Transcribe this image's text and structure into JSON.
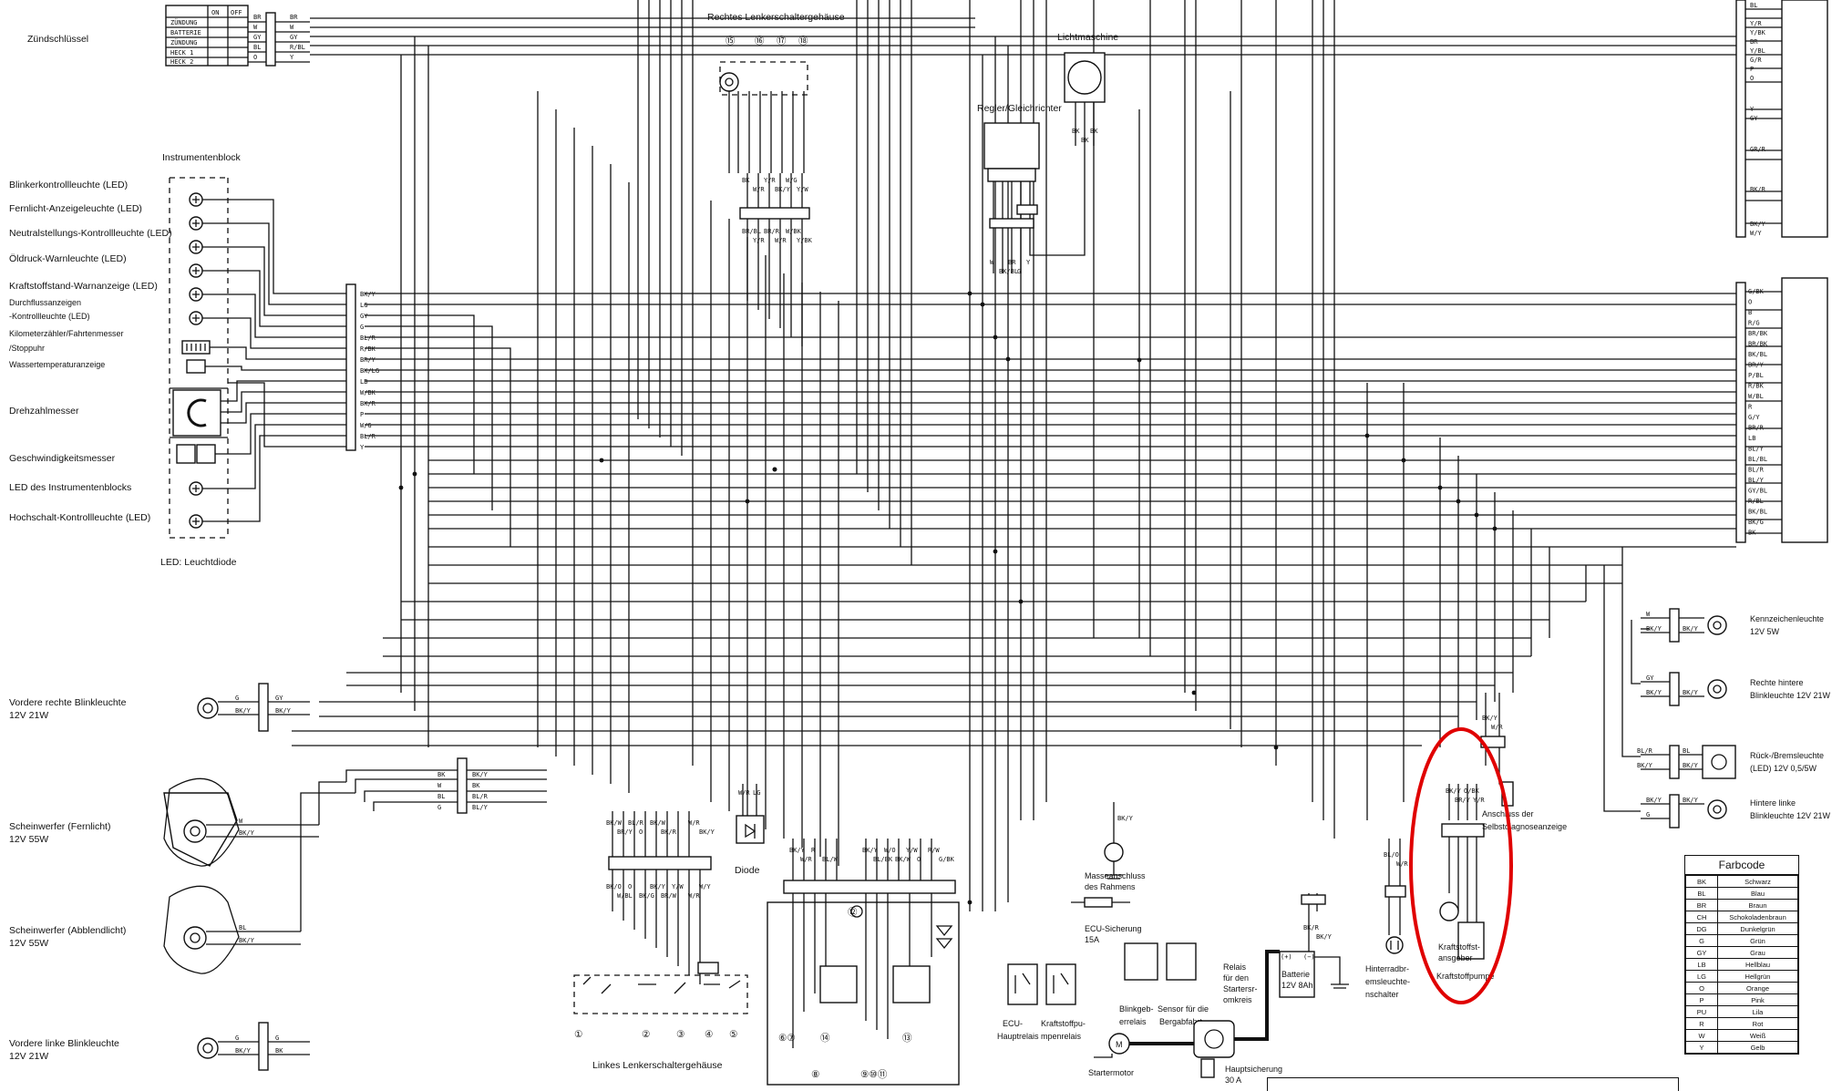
{
  "labels": {
    "ignition_switch": "Zündschlüssel",
    "ign_rows": [
      "ZÜNDUNG",
      "BATTERIE",
      "ZÜNDUNG",
      "HECK 1",
      "HECK 2"
    ],
    "ign_cols": [
      "ON",
      "OFF"
    ],
    "instrument_block": "Instrumentenblock",
    "led_note": "LED: Leuchtdiode",
    "instr_items": [
      "Blinkerkontrollleuchte (LED)",
      "Fernlicht-Anzeigeleuchte (LED)",
      "Neutralstellungs-Kontrollleuchte (LED)",
      "Öldruck-Warnleuchte (LED)",
      "Kraftstoffstand-Warnanzeige (LED)",
      "Durchflussanzeigen",
      "-Kontrollleuchte (LED)",
      "Kilometerzähler/Fahrtenmesser",
      "/Stoppuhr",
      "Wassertemperaturanzeige",
      "Drehzahlmesser",
      "Geschwindigkeitsmesser",
      "LED des Instrumentenblocks",
      "Hochschalt-Kontrollleuchte (LED)"
    ],
    "front_right_blinker": [
      "Vordere rechte Blinkleuchte",
      "12V 21W"
    ],
    "headlight_high": [
      "Scheinwerfer (Fernlicht)",
      "12V 55W"
    ],
    "headlight_low": [
      "Scheinwerfer (Abblendlicht)",
      "12V 55W"
    ],
    "front_left_blinker": [
      "Vordere linke Blinkleuchte",
      "12V 21W"
    ],
    "right_switch_housing": "Rechtes Lenkerschaltergehäuse",
    "left_switch_housing": "Linkes Lenkerschaltergehäuse",
    "diode": "Diode",
    "alternator": "Lichtmaschine",
    "regulator": "Regler/Gleichrichter",
    "ground_frame": [
      "Masseanschluss",
      "des Rahmens"
    ],
    "ecu_fuse": [
      "ECU-Sicherung",
      "15A"
    ],
    "ecu_relay": [
      "ECU-",
      "Hauptrelais"
    ],
    "fuel_pump_relay": [
      "Kraftstoffpu-",
      "mpenrelais"
    ],
    "blinker_relay": [
      "Blinkgeb-",
      "errelais"
    ],
    "tip_sensor": [
      "Sensor für die",
      "Bergabfahrt"
    ],
    "starter_relay": [
      "Relais",
      "für den",
      "Startersr-",
      "omkreis"
    ],
    "battery": [
      "Batterie",
      "12V 8Ah"
    ],
    "starter_motor": "Startermotor",
    "main_fuse": [
      "Hauptsicherung",
      "30 A"
    ],
    "rear_brake_switch": [
      "Hinterradbr-",
      "emsleuchte-",
      "nschalter"
    ],
    "fuel_level_sensor": [
      "Kraftstoffst-",
      "ansgeber"
    ],
    "fuel_pump": "Kraftstoffpumpe",
    "self_diag": [
      "Anschluss der",
      "Selbstdiagnoseanzeige"
    ],
    "license_light": [
      "Kennzeichenleuchte",
      "12V 5W"
    ],
    "rear_right_blinker": [
      "Rechte hintere",
      "Blinkleuchte 12V 21W"
    ],
    "tail_brake": [
      "Rück-/Bremsleuchte",
      "(LED) 12V 0,5/5W"
    ],
    "rear_left_blinker": [
      "Hintere linke",
      "Blinkleuchte 12V 21W"
    ],
    "circled_numbers": [
      "⑮",
      "⑯",
      "⑰",
      "⑱",
      "①",
      "②",
      "③",
      "④",
      "⑤",
      "⑥⑦",
      "⑭",
      "⑬",
      "⑫",
      "⑧",
      "⑨⑩⑪"
    ],
    "battery_poles": [
      "(+)",
      "(−)"
    ]
  },
  "wire_codes": {
    "ignition": [
      "BR",
      "W",
      "GY",
      "BL",
      "O"
    ],
    "ignition_r": [
      "BR",
      "W",
      "GY",
      "R/BL",
      "Y"
    ],
    "instr_connector": [
      "BK/Y",
      "LG",
      "GY",
      "G",
      "BL/R",
      "R/BK",
      "BR/Y",
      "BK/LG",
      "LB",
      "W/BK",
      "BK/R",
      "P",
      "W/G",
      "BL/R",
      "Y"
    ],
    "right_housing": [
      "BK",
      "W/R",
      "Y/R",
      "BK/Y",
      "W/G",
      "Y/W"
    ],
    "right_housing2": [
      "BR/BL",
      "Y/R",
      "BR/R",
      "W/R",
      "W/BK",
      "Y/BK"
    ],
    "alternator": [
      "BK",
      "BK",
      "BK"
    ],
    "regulator": [
      "W",
      "BK/BL",
      "BR",
      "G",
      "Y"
    ],
    "ecu_right_top": [
      "BL",
      "Y/R",
      "Y/BK",
      "BR",
      "Y/BL",
      "G/R",
      "P",
      "O",
      "Y",
      "GY",
      "GR/R",
      "BK/R",
      "BK/Y",
      "W/Y"
    ],
    "ecu_right_bottom": [
      "G/BK",
      "O",
      "B",
      "R/G",
      "BR/BK",
      "BR/BK",
      "BK/BL",
      "BR/Y",
      "P/BL",
      "R/BK",
      "W/BL",
      "R",
      "G/Y",
      "BR/R",
      "LB",
      "BL/Y",
      "BL/BL",
      "BL/R",
      "BL/Y",
      "GY/BL",
      "R/BL",
      "BK/BL",
      "BK/G",
      "BK"
    ],
    "front_right_blinker": [
      "G",
      "BK/Y",
      "GY",
      "BK/Y"
    ],
    "headlight_high": [
      "BK",
      "W",
      "BL",
      "G"
    ],
    "headlight_left": [
      "BK/Y",
      "BK",
      "BL/R",
      "BL/Y"
    ],
    "headlight_high_w": [
      "W",
      "BK/Y"
    ],
    "headlight_low_w": [
      "BL",
      "BK/Y"
    ],
    "front_left_blinker": [
      "G",
      "BK/Y",
      "G",
      "BK"
    ],
    "left_housing": [
      "BK/W",
      "BR/Y",
      "BL/R",
      "O",
      "BK/W",
      "BK/R",
      "W/R",
      "BK/Y"
    ],
    "left_housing_lower": [
      "BK/O",
      "W/BL",
      "O",
      "BK/G",
      "BK/Y",
      "BR/W",
      "Y/W",
      "W/R",
      "W/Y"
    ],
    "diode": [
      "W/R",
      "LG"
    ],
    "relay_block": [
      "BK/Y",
      "W/R",
      "R",
      "BL/W",
      "BK/Y",
      "BL/BK",
      "W/O",
      "BK/W",
      "Y/W",
      "O",
      "R/W",
      "G/BK"
    ],
    "self_diag": [
      "BK/Y",
      "BR/Y",
      "O/BK",
      "Y/R",
      "BK/Y",
      "W/R"
    ],
    "license": [
      "W",
      "BK/Y",
      "BK/Y"
    ],
    "rear_right": [
      "GY",
      "BK/Y",
      "BK/Y"
    ],
    "tail": [
      "BL/R",
      "BK/Y",
      "BL",
      "BK/Y"
    ],
    "rear_left": [
      "BK/Y",
      "G",
      "BK/Y"
    ],
    "battery_fuse": [
      "BK/R",
      "BK/Y"
    ],
    "brake_sw": [
      "BL/O",
      "W/R"
    ],
    "ground": [
      "BK/Y"
    ]
  },
  "legend": {
    "title": "Farbcode",
    "rows": [
      [
        "BK",
        "Schwarz"
      ],
      [
        "BL",
        "Blau"
      ],
      [
        "BR",
        "Braun"
      ],
      [
        "CH",
        "Schokoladenbraun"
      ],
      [
        "DG",
        "Dunkelgrün"
      ],
      [
        "G",
        "Grün"
      ],
      [
        "GY",
        "Grau"
      ],
      [
        "LB",
        "Hellblau"
      ],
      [
        "LG",
        "Hellgrün"
      ],
      [
        "O",
        "Orange"
      ],
      [
        "P",
        "Pink"
      ],
      [
        "PU",
        "Lila"
      ],
      [
        "R",
        "Rot"
      ],
      [
        "W",
        "Weiß"
      ],
      [
        "Y",
        "Gelb"
      ]
    ]
  },
  "colors": {
    "ink": "#111111",
    "highlight": "#e00000",
    "paper": "#ffffff"
  }
}
